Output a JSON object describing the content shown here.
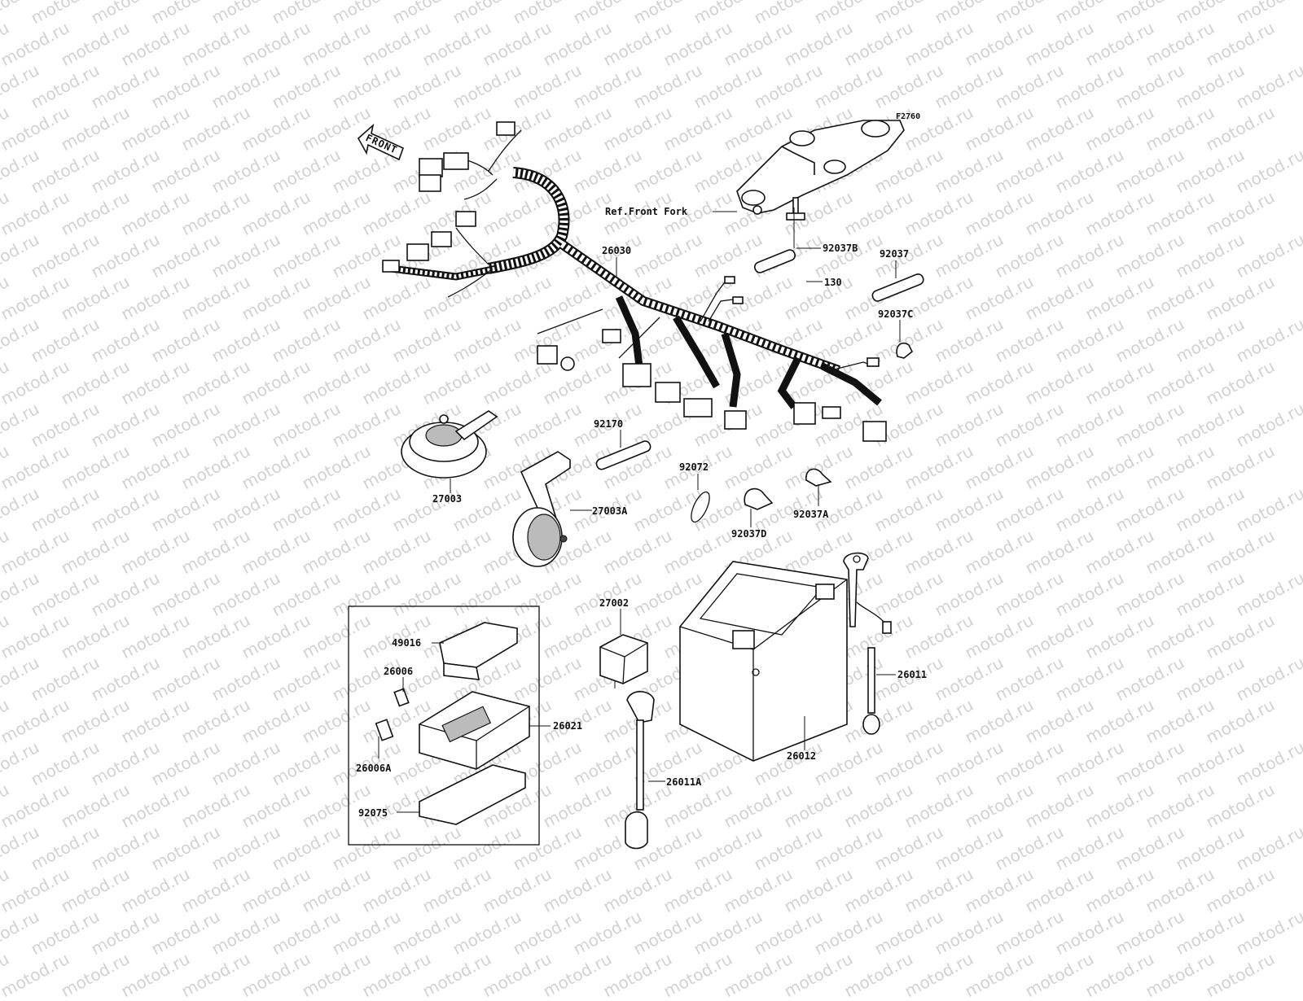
{
  "watermark": "motod.ru",
  "diagram_code": "F2760",
  "front_arrow": "FRONT",
  "parts": [
    {
      "id": "ref-front-fork",
      "label": "Ref.Front Fork"
    },
    {
      "id": "p26030",
      "label": "26030"
    },
    {
      "id": "p92037B",
      "label": "92037B"
    },
    {
      "id": "p92037",
      "label": "92037"
    },
    {
      "id": "p130",
      "label": "130"
    },
    {
      "id": "p92037C",
      "label": "92037C"
    },
    {
      "id": "p92170",
      "label": "92170"
    },
    {
      "id": "p92072",
      "label": "92072"
    },
    {
      "id": "p27003",
      "label": "27003"
    },
    {
      "id": "p27003A",
      "label": "27003A"
    },
    {
      "id": "p92037D",
      "label": "92037D"
    },
    {
      "id": "p92037A",
      "label": "92037A"
    },
    {
      "id": "p27002",
      "label": "27002"
    },
    {
      "id": "p49016",
      "label": "49016"
    },
    {
      "id": "p26006",
      "label": "26006"
    },
    {
      "id": "p26021",
      "label": "26021"
    },
    {
      "id": "p26006A",
      "label": "26006A"
    },
    {
      "id": "p92075",
      "label": "92075"
    },
    {
      "id": "p26011A",
      "label": "26011A"
    },
    {
      "id": "p26011",
      "label": "26011"
    },
    {
      "id": "p26012",
      "label": "26012"
    }
  ]
}
